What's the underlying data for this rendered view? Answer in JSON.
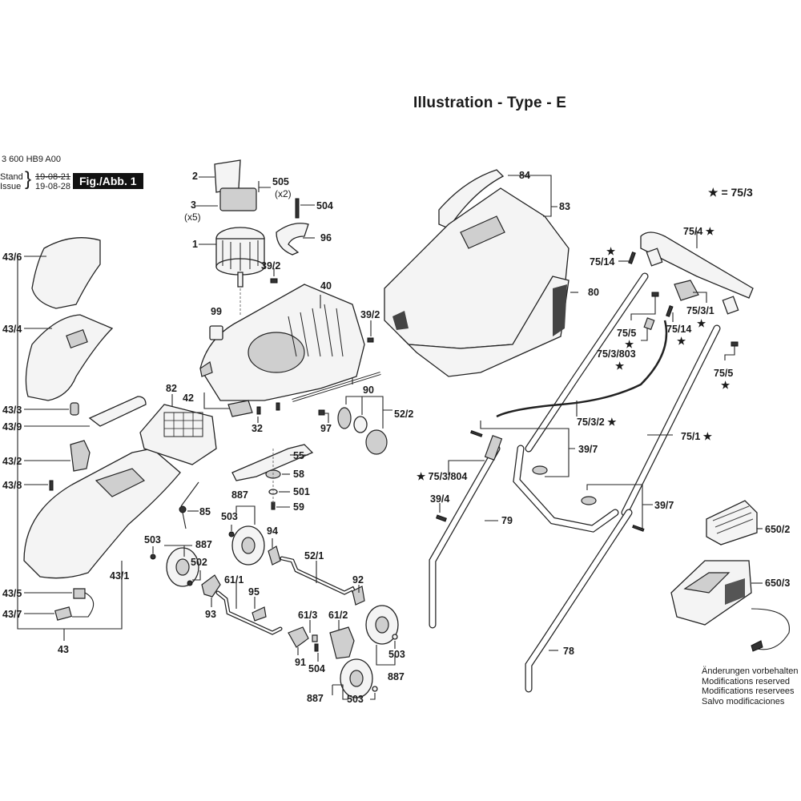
{
  "header": {
    "title": "Illustration - Type - E",
    "doc_number": "3 600 HB9 A00",
    "stand_label": "Stand",
    "issue_label": "Issue",
    "stand_date": "19-08-21",
    "issue_date": "19-08-28",
    "figure_label": "Fig./Abb. 1",
    "legend": "★ = 75/3"
  },
  "footer_note": [
    "Änderungen vorbehalten",
    "Modifications reserved",
    "Modifications reservees",
    "Salvo modificaciones"
  ],
  "labels": {
    "p2": "2",
    "p505": "505",
    "p505q": "(x2)",
    "p3": "3",
    "p3q": "(x5)",
    "p504a": "504",
    "p1": "1",
    "p96": "96",
    "p39_2a": "39/2",
    "p40": "40",
    "p99": "99",
    "p39_2b": "39/2",
    "p42": "42",
    "p90": "90",
    "p82": "82",
    "p32": "32",
    "p97": "97",
    "p52_2": "52/2",
    "p55": "55",
    "p58": "58",
    "p501": "501",
    "p59": "59",
    "p85": "85",
    "p887a": "887",
    "p503a": "503",
    "p94": "94",
    "p503b": "503",
    "p887b": "887",
    "p502": "502",
    "p61_1": "61/1",
    "p95": "95",
    "p93": "93",
    "p52_1": "52/1",
    "p92": "92",
    "p61_3": "61/3",
    "p61_2": "61/2",
    "p91": "91",
    "p504b": "504",
    "p503c": "503",
    "p887c": "887",
    "p887d": "887",
    "p503d": "503",
    "p43_6": "43/6",
    "p43_4": "43/4",
    "p43_3": "43/3",
    "p43_9": "43/9",
    "p43_2": "43/2",
    "p43_8": "43/8",
    "p43_5": "43/5",
    "p43_7": "43/7",
    "p43": "43",
    "p43_1": "43/1",
    "p84": "84",
    "p83": "83",
    "p80": "80",
    "p75_4": "75/4 ★",
    "p75_14a": "75/14",
    "p75_3_1": "75/3/1",
    "p75_5a": "75/5",
    "p75_14b": "75/14",
    "p75_3_803": "75/3/803",
    "p75_5b": "75/5",
    "p75_3_2": "75/3/2 ★",
    "p75_1": "75/1 ★",
    "p39_7a": "39/7",
    "p75_3_804": "★ 75/3/804",
    "p39_4": "39/4",
    "p79": "79",
    "p39_7b": "39/7",
    "p78": "78",
    "p650_2": "650/2",
    "p650_3": "650/3",
    "star": "★"
  }
}
